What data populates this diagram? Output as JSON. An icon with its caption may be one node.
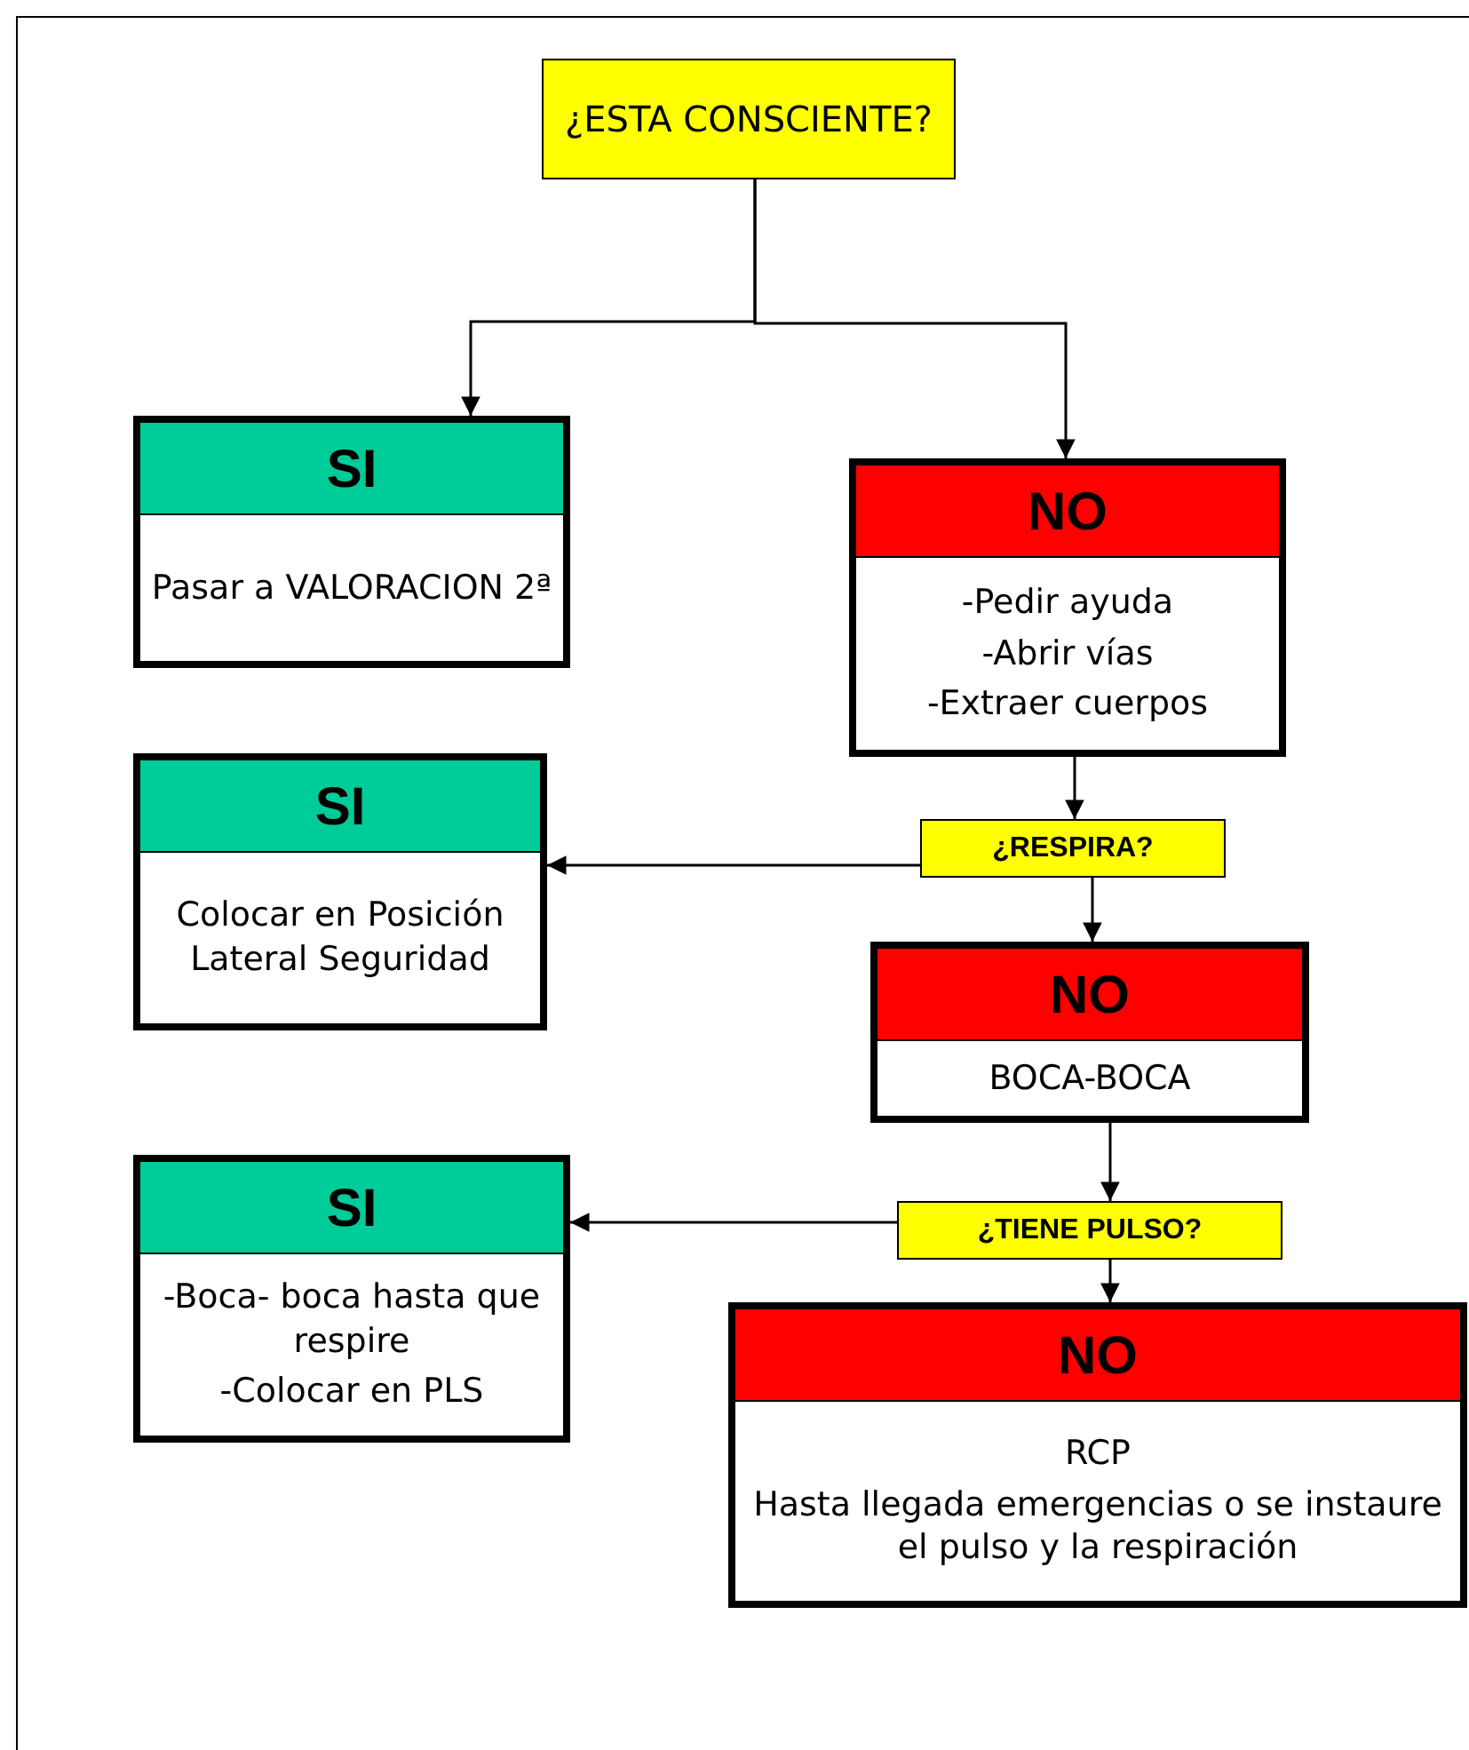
{
  "diagram": {
    "nodes": [
      {
        "text": [
          "¿ESTA CONSCIENTE?"
        ]
      },
      {
        "text": [
          "SI",
          "Pasar a VALORACION 2ª"
        ]
      },
      {
        "text": [
          "NO",
          "-Pedir ayuda",
          "-Abrir vías",
          "-Extraer cuerpos"
        ]
      },
      {
        "text": [
          "¿RESPIRA?"
        ]
      },
      {
        "text": [
          "SI",
          "Colocar en Posición Lateral Seguridad"
        ]
      },
      {
        "text": [
          "NO",
          "BOCA-BOCA"
        ]
      },
      {
        "text": [
          "¿TIENE PULSO?"
        ]
      },
      {
        "text": [
          "SI",
          "-Boca- boca hasta que respire",
          "-Colocar en PLS"
        ]
      },
      {
        "text": [
          "NO",
          "RCP",
          "Hasta llegada emergencias o se instaure el pulso y la respiración"
        ]
      }
    ],
    "edges": [
      {
        "from": 0,
        "to": 1,
        "arrow": "to"
      },
      {
        "from": 0,
        "to": 2,
        "arrow": "to"
      },
      {
        "from": 2,
        "to": 3,
        "arrow": "to"
      },
      {
        "from": 3,
        "to": 4,
        "arrow": "to"
      },
      {
        "from": 3,
        "to": 5,
        "arrow": "to"
      },
      {
        "from": 5,
        "to": 6,
        "arrow": "to"
      },
      {
        "from": 6,
        "to": 7,
        "arrow": "to"
      },
      {
        "from": 6,
        "to": 8,
        "arrow": "to"
      }
    ]
  }
}
